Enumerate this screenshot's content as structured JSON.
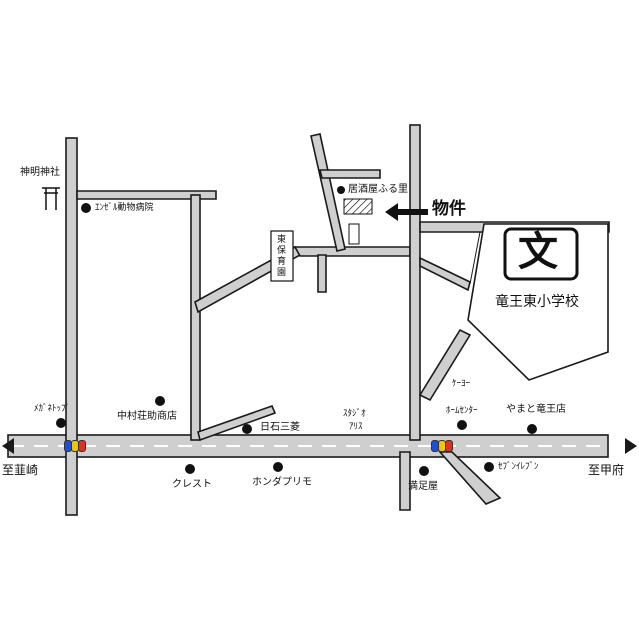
{
  "map": {
    "property_label": "物件",
    "school": {
      "symbol": "文",
      "name": "竜王東小学校"
    },
    "shrine": "神明神社",
    "hospital": "ｴﾝｾﾞﾙ動物病院",
    "izakaya": "居酒屋ふる里",
    "nursery": "東保育園",
    "keiyo": "ｹｰﾖｰ",
    "megane": "ﾒｶﾞﾈﾄｯﾌﾟ",
    "nakamura": "中村荘助商店",
    "studio_line1": "ｽﾀｼﾞｵ",
    "studio_line2": "ｱﾘｽ",
    "homecenter": "ﾎｰﾑｾﾝﾀｰ",
    "yamato": "やまと竜王店",
    "nisseki": "日石三菱",
    "crest": "クレスト",
    "honda": "ホンダプリモ",
    "mansokuya": "満足屋",
    "seven": "ｾﾌﾞﾝｲﾚﾌﾞﾝ",
    "to_nirasaki": "至韮崎",
    "to_kofu": "至甲府"
  },
  "colors": {
    "road_fill": "#cfcfcf",
    "outline": "#1a1a1a",
    "light_blue": "#1e4fd8",
    "light_yellow": "#f2c500",
    "light_red": "#e03020"
  }
}
